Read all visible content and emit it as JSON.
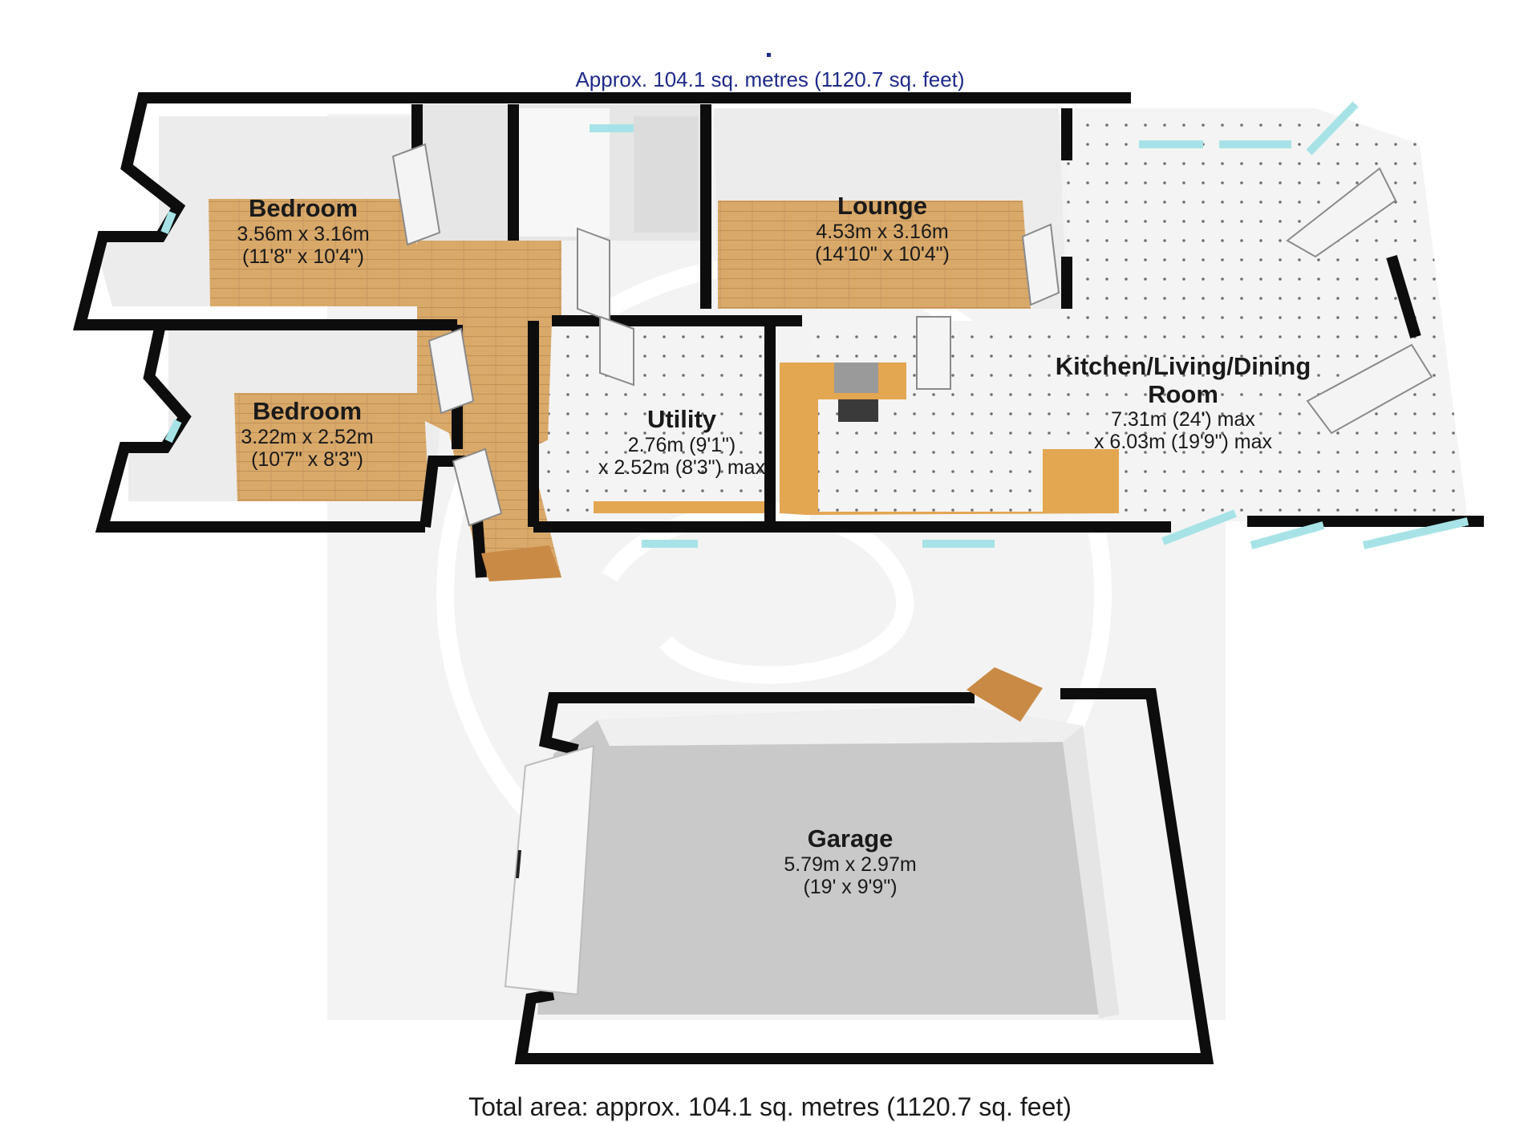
{
  "header": {
    "approx_area": "Approx. 104.1 sq. metres (1120.7 sq. feet)"
  },
  "footer": {
    "total_area": "Total area: approx. 104.1 sq. metres (1120.7 sq. feet)"
  },
  "rooms": [
    {
      "name": "Bedroom",
      "metric": "3.56m x 3.16m",
      "imperial": "(11'8\" x 10'4\")"
    },
    {
      "name": "Lounge",
      "metric": "4.53m x 3.16m",
      "imperial": "(14'10\" x 10'4\")"
    },
    {
      "name": "Kitchen/Living/Dining Room",
      "metric": "7.31m (24') max",
      "imperial": "x 6.03m (19'9\") max"
    },
    {
      "name": "Bedroom",
      "metric": "3.22m x 2.52m",
      "imperial": "(10'7\" x 8'3\")"
    },
    {
      "name": "Utility",
      "metric": "2.76m (9'1\")",
      "imperial": "x 2.52m (8'3\") max"
    },
    {
      "name": "Garage",
      "metric": "5.79m x 2.97m",
      "imperial": "(19' x 9'9\")"
    }
  ],
  "colors": {
    "wall": "#0d0d0d",
    "wood_floor": "#d9a96a",
    "tile_floor": "#f4f4f4",
    "garage_floor": "#c9c9c9",
    "glass": "#a7e3e6",
    "worktop": "#e3a651",
    "header_text": "#1f2a8a"
  }
}
